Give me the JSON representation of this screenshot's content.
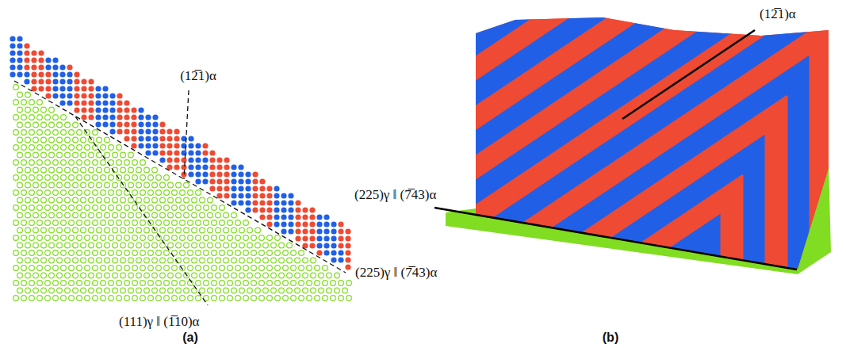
{
  "diagram": {
    "labels": [
      "(12̅1)α",
      "(111)γ ‖ (1̅10)α",
      "(225)γ ‖ (7̅43)α",
      "(12̅1)α",
      "(225)γ ‖ (7̅43)α",
      "(a)",
      "(b)"
    ]
  }
}
